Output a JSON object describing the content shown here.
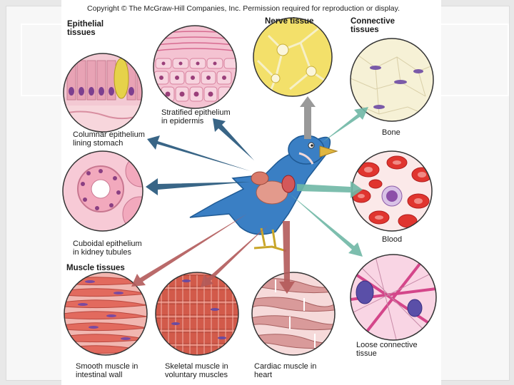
{
  "copyright": "Copyright © The McGraw-Hill Companies, Inc. Permission required for reproduction or display.",
  "headings": {
    "epithelial": "Epithelial\ntissues",
    "nerve": "Nerve tissue",
    "connective": "Connective\ntissues",
    "muscle": "Muscle tissues"
  },
  "labels": {
    "stratified": "Stratified epithelium\nin epidermis",
    "columnar": "Columnar epithelium\nlining stomach",
    "cuboidal": "Cuboidal epithelium\nin kidney tubules",
    "bone": "Bone",
    "blood": "Blood",
    "loose": "Loose connective\ntissue",
    "smooth": "Smooth muscle in\nintestinal wall",
    "skeletal": "Skeletal muscle in\nvoluntary muscles",
    "cardiac": "Cardiac muscle in\nheart"
  },
  "colors": {
    "bird": "#3a7fc4",
    "epithelial_arrow": "#24557a",
    "connective_arrow": "#6fb8a6",
    "muscle_arrow": "#b25a5a",
    "nerve_arrow": "#999999"
  }
}
